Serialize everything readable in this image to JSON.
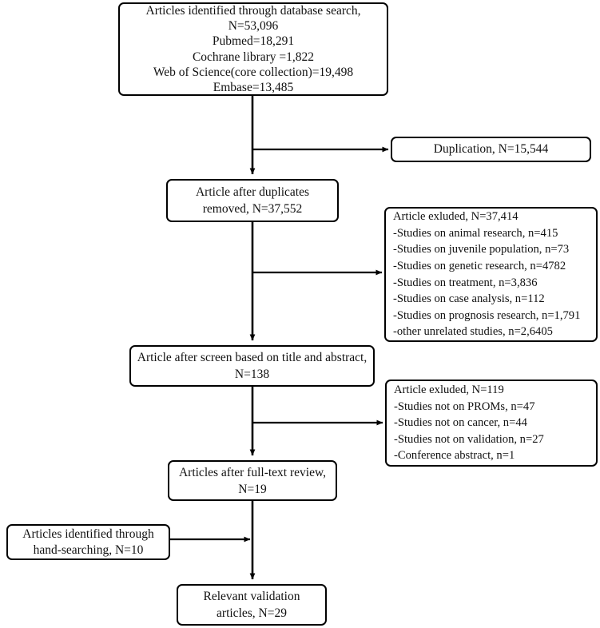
{
  "diagram": {
    "title": "PRISMA study selection flow diagram",
    "type": "flowchart",
    "stroke_color": "#000000",
    "background_color": "#ffffff",
    "nodes": {
      "identified": {
        "lines": [
          "Articles identified through database search,",
          "N=53,096",
          "Pubmed=18,291",
          "Cochrane library =1,822",
          "Web of Science(core collection)=19,498",
          "Embase=13,485"
        ]
      },
      "duplication": {
        "lines": [
          "Duplication,  N=15,544"
        ]
      },
      "after_duplicates": {
        "lines": [
          "Article after duplicates",
          "removed,  N=37,552"
        ]
      },
      "excluded_title_abstract": {
        "lines": [
          "Article exluded, N=37,414",
          "-Studies on animal research, n=415",
          "-Studies on juvenile population, n=73",
          "-Studies on genetic research, n=4782",
          "-Studies on treatment, n=3,836",
          "-Studies on case analysis, n=112",
          "-Studies on prognosis research, n=1,791",
          "-other unrelated studies, n=2,6405"
        ]
      },
      "after_screen": {
        "lines": [
          "Article after screen based on title and abstract,",
          "N=138"
        ]
      },
      "excluded_full_text": {
        "lines": [
          "Article exluded, N=119",
          "-Studies not on PROMs, n=47",
          "-Studies not on cancer, n=44",
          "-Studies not on validation, n=27",
          "-Conference abstract, n=1"
        ]
      },
      "after_full_text": {
        "lines": [
          "Articles after full-text review,",
          "N=19"
        ]
      },
      "hand_searching": {
        "lines": [
          "Articles identified through",
          "hand-searching, N=10"
        ]
      },
      "relevant": {
        "lines": [
          "Relevant validation",
          "articles,  N=29"
        ]
      }
    },
    "counts": {
      "database_total": 53096,
      "pubmed": 18291,
      "cochrane_library": 1822,
      "web_of_science_core_collection": 19498,
      "embase": 13485,
      "duplicates_removed": 15544,
      "after_duplicates": 37552,
      "excluded_after_title_abstract": 37414,
      "excluded_animal_research": 415,
      "excluded_juvenile_population": 73,
      "excluded_genetic_research": 4782,
      "excluded_treatment": 3836,
      "excluded_case_analysis": 112,
      "excluded_prognosis_research": 1791,
      "excluded_other_unrelated": 26405,
      "after_title_abstract_screen": 138,
      "excluded_after_full_text": 119,
      "excluded_not_proms": 47,
      "excluded_not_cancer": 44,
      "excluded_not_validation": 27,
      "excluded_conference_abstract": 1,
      "after_full_text_review": 19,
      "hand_searching": 10,
      "relevant_validation_articles": 29
    }
  }
}
